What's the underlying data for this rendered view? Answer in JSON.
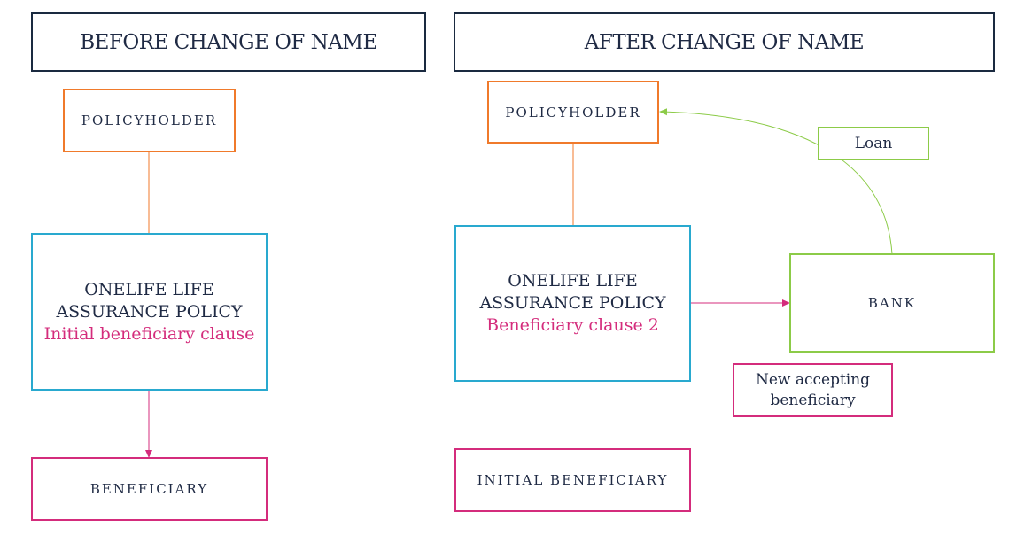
{
  "before": {
    "header": "BEFORE CHANGE OF NAME",
    "policyholder": "POLICYHOLDER",
    "policy_line1": "ONELIFE LIFE",
    "policy_line2": "ASSURANCE POLICY",
    "policy_clause": "Initial beneficiary clause",
    "beneficiary": "BENEFICIARY"
  },
  "after": {
    "header": "AFTER CHANGE OF NAME",
    "policyholder": "POLICYHOLDER",
    "loan": "Loan",
    "policy_line1": "ONELIFE LIFE",
    "policy_line2": "ASSURANCE POLICY",
    "policy_clause": "Beneficiary clause 2",
    "bank": "BANK",
    "new_beneficiary_line1": "New accepting",
    "new_beneficiary_line2": "beneficiary",
    "initial_beneficiary": "INITIAL BENEFICIARY"
  },
  "colors": {
    "header_border": "#1a2a40",
    "policyholder": "#f07a2b",
    "policy": "#29a9cf",
    "beneficiary": "#d42c7c",
    "bank": "#8ccb48"
  }
}
